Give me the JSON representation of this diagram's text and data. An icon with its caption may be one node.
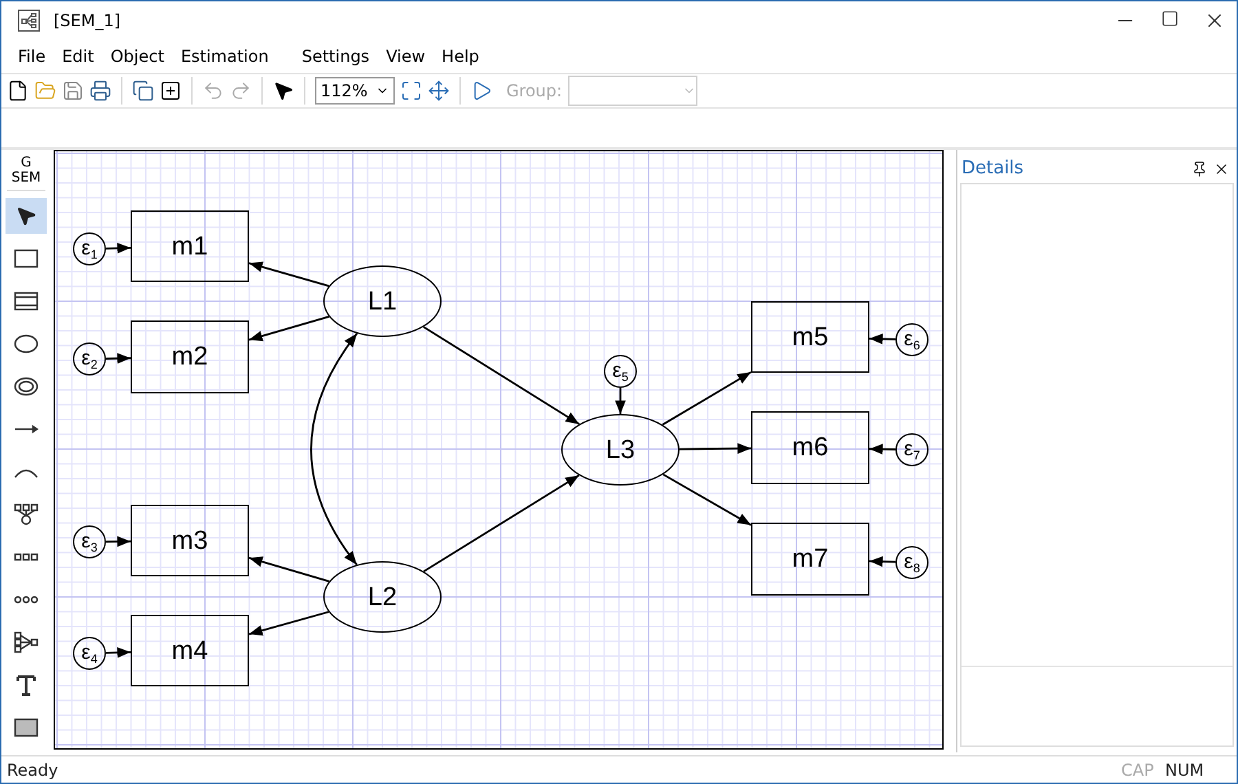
{
  "diagram": {
    "title": "[SEM_1]",
    "nodes": [
      {
        "text": [
          "ε$_{1}$"
        ]
      },
      {
        "text": [
          "m1"
        ]
      },
      {
        "text": [
          "ε$_{2}$"
        ]
      },
      {
        "text": [
          "m2"
        ]
      },
      {
        "text": [
          "ε$_{3}$"
        ]
      },
      {
        "text": [
          "m3"
        ]
      },
      {
        "text": [
          "ε$_{4}$"
        ]
      },
      {
        "text": [
          "m4"
        ]
      },
      {
        "text": [
          "L1"
        ]
      },
      {
        "text": [
          "L2"
        ]
      },
      {
        "text": [
          "L3"
        ]
      },
      {
        "text": [
          "ε$_{5}$"
        ]
      },
      {
        "text": [
          "m5"
        ]
      },
      {
        "text": [
          "ε$_{6}$"
        ]
      },
      {
        "text": [
          "m6"
        ]
      },
      {
        "text": [
          "ε$_{7}$"
        ]
      },
      {
        "text": [
          "m7"
        ]
      },
      {
        "text": [
          "ε$_{8}$"
        ]
      }
    ],
    "edges": [
      {
        "from": 0,
        "to": 1,
        "arrow": "to"
      },
      {
        "from": 2,
        "to": 3,
        "arrow": "to"
      },
      {
        "from": 4,
        "to": 5,
        "arrow": "to"
      },
      {
        "from": 6,
        "to": 7,
        "arrow": "to"
      },
      {
        "from": 8,
        "to": 1,
        "arrow": "to"
      },
      {
        "from": 8,
        "to": 3,
        "arrow": "to"
      },
      {
        "from": 9,
        "to": 5,
        "arrow": "to"
      },
      {
        "from": 9,
        "to": 7,
        "arrow": "to"
      },
      {
        "from": 8,
        "to": 9,
        "arrow": "both"
      },
      {
        "from": 8,
        "to": 10,
        "arrow": "to"
      },
      {
        "from": 9,
        "to": 10,
        "arrow": "to"
      },
      {
        "from": 11,
        "to": 10,
        "arrow": "to"
      },
      {
        "from": 10,
        "to": 12,
        "arrow": "to"
      },
      {
        "from": 10,
        "to": 14,
        "arrow": "to"
      },
      {
        "from": 10,
        "to": 16,
        "arrow": "to"
      },
      {
        "from": 13,
        "to": 12,
        "arrow": "to"
      },
      {
        "from": 15,
        "to": 14,
        "arrow": "to"
      },
      {
        "from": 17,
        "to": 16,
        "arrow": "to"
      }
    ],
    "labels": [
      "File",
      "Edit",
      "Object",
      "Estimation",
      "Settings",
      "View",
      "Help",
      "112%",
      "Group:",
      "G SEM",
      "Details",
      "Ready",
      "CAP",
      "NUM"
    ]
  }
}
